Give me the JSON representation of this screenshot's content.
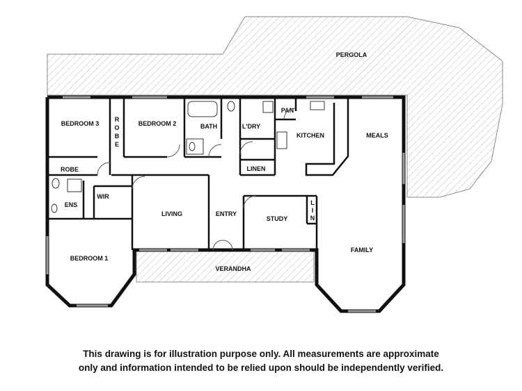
{
  "colors": {
    "wall": "#111111",
    "hatch": "#b8b8b8",
    "window": "#9a9a9a",
    "text": "#111111"
  },
  "plan": {
    "areas": {
      "pergola": "PERGOLA",
      "verandha": "VERANDHA"
    },
    "rooms": {
      "bedroom3": "BEDROOM 3",
      "robe_vertical": [
        "R",
        "O",
        "B",
        "E"
      ],
      "bedroom2": "BEDROOM 2",
      "bath": "BATH",
      "laundry": "L'DRY",
      "pantry": "PAN",
      "kitchen": "KITCHEN",
      "meals": "MEALS",
      "linen": "LINEN",
      "robe": "ROBE",
      "ensuite": "ENS",
      "wir": "WIR",
      "living": "LIVING",
      "entry": "ENTRY",
      "study": "STUDY",
      "lin_vertical": [
        "L",
        "I",
        "N"
      ],
      "family": "FAMILY",
      "bedroom1": "BEDROOM 1"
    }
  },
  "disclaimer": {
    "line1": "This drawing is for illustration purpose only. All measurements are approximate",
    "line2": "only and information intended to be relied upon should be independently verified."
  }
}
